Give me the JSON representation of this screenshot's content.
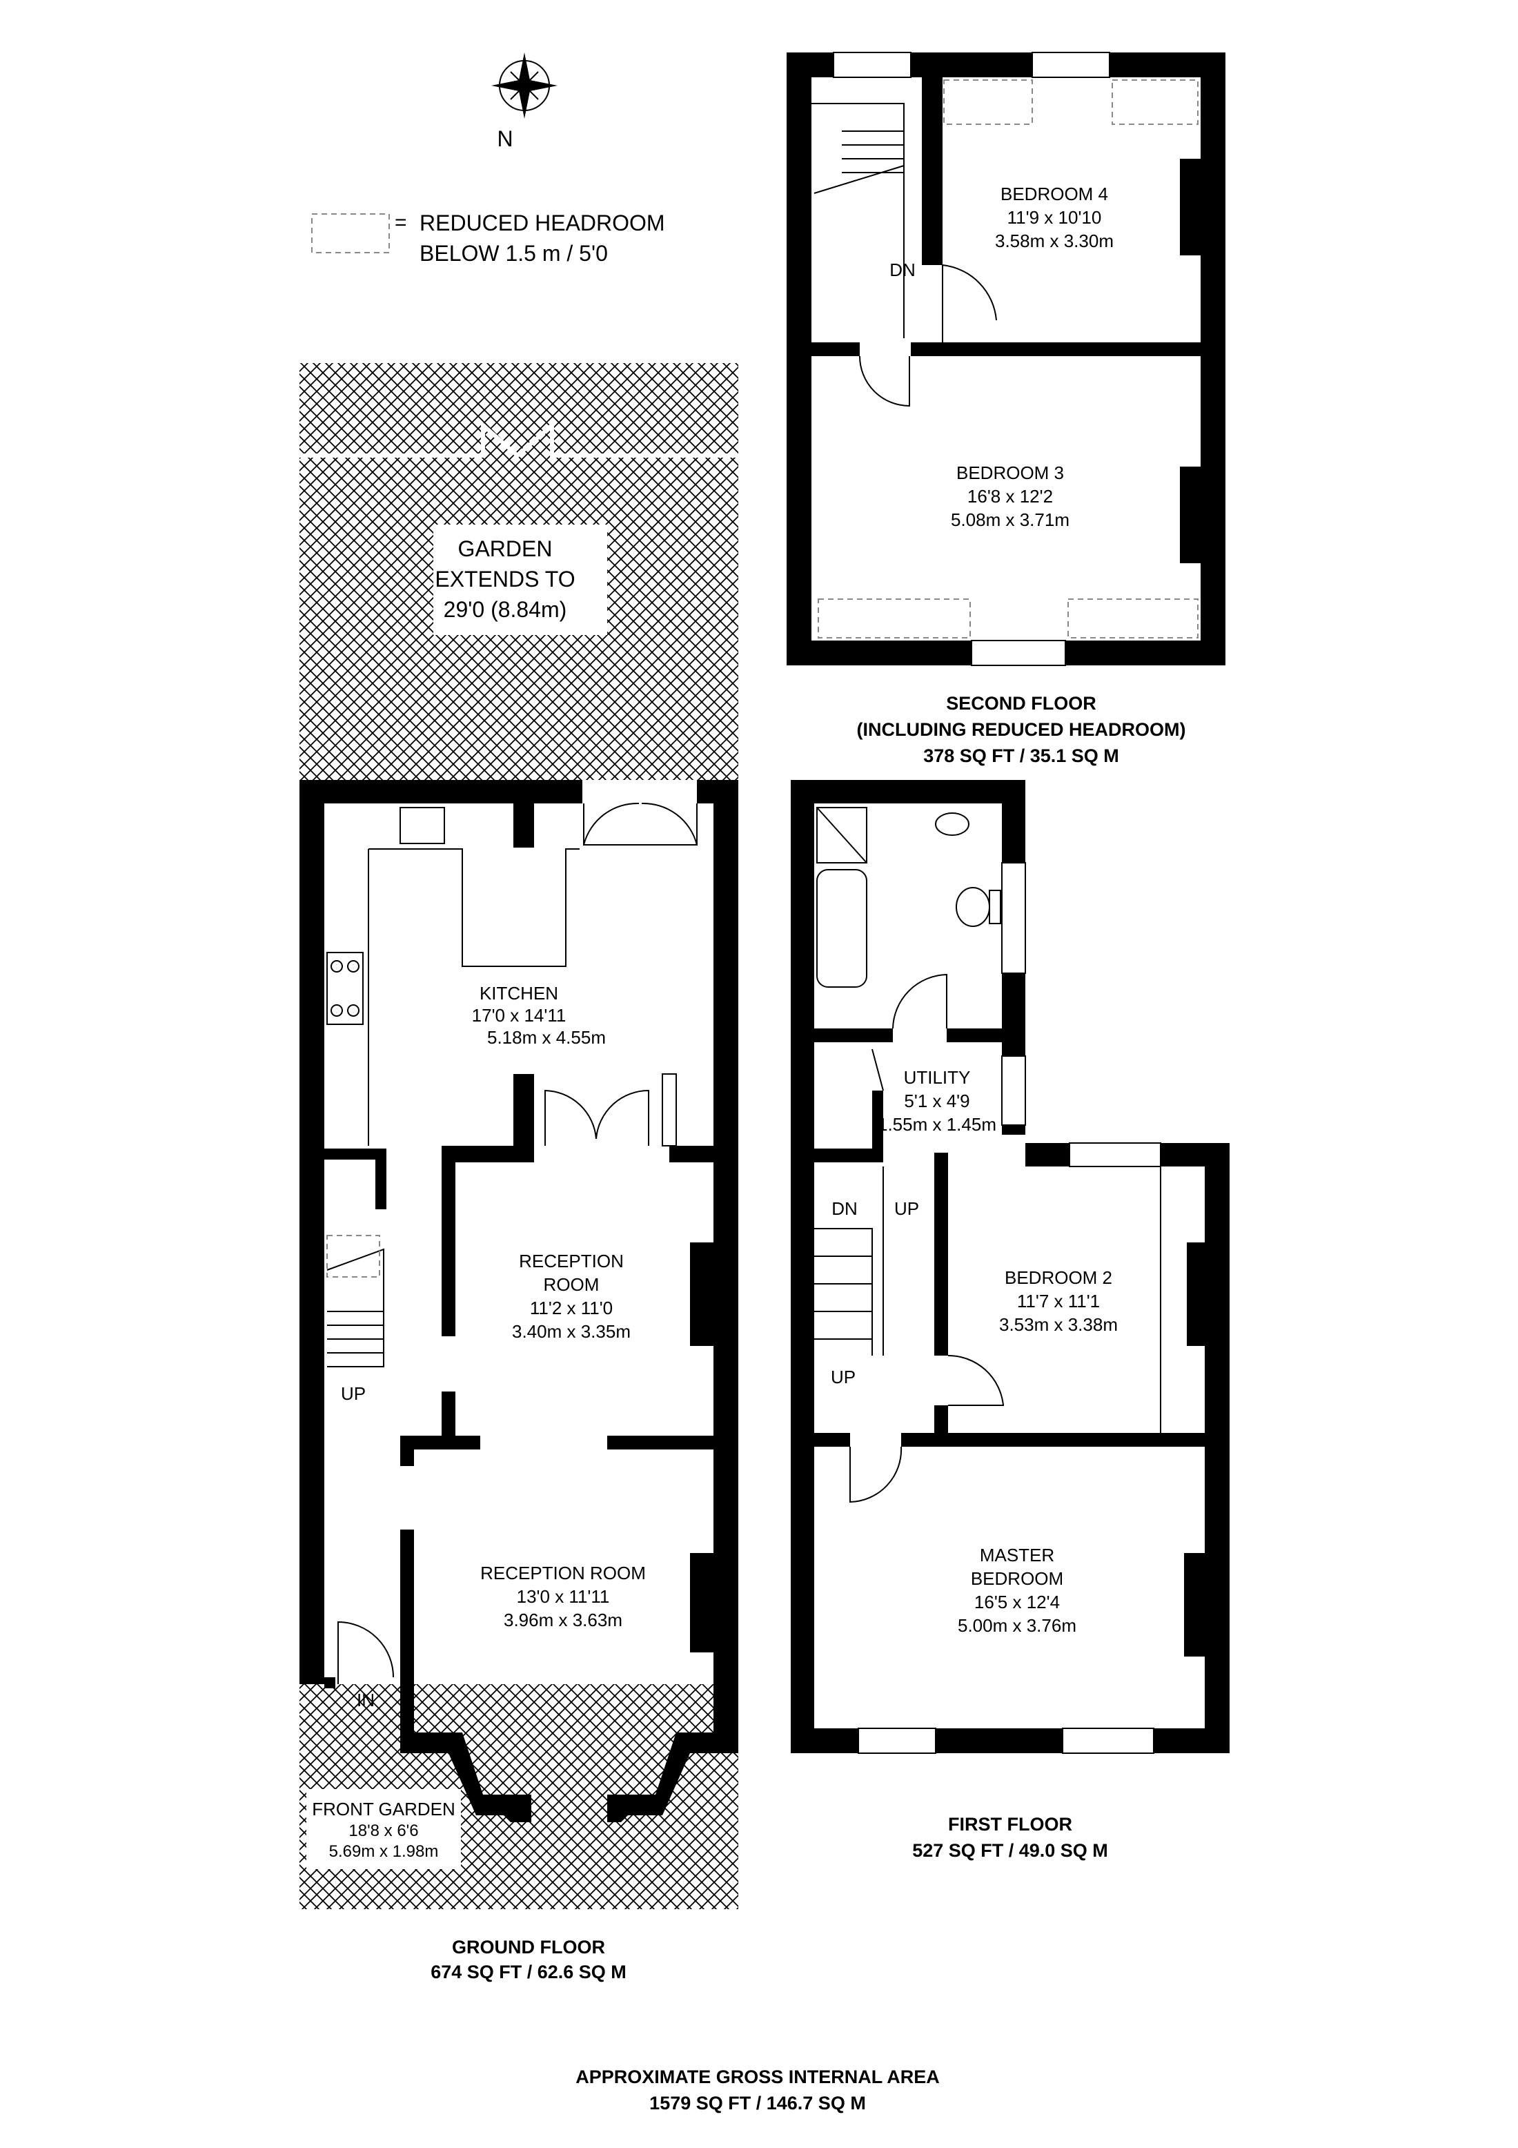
{
  "compass": {
    "label": "N"
  },
  "legend": {
    "symbol": "=",
    "line1": "REDUCED HEADROOM",
    "line2": "BELOW 1.5 m / 5'0"
  },
  "ground_floor": {
    "garden": {
      "line1": "GARDEN",
      "line2": "EXTENDS TO",
      "line3": "29'0 (8.84m)"
    },
    "kitchen": {
      "name": "KITCHEN",
      "imperial": "17'0 x 14'11",
      "metric": "5.18m x 4.55m"
    },
    "reception1": {
      "name1": "RECEPTION",
      "name2": "ROOM",
      "imperial": "11'2 x 11'0",
      "metric": "3.40m x 3.35m"
    },
    "reception2": {
      "name": "RECEPTION ROOM",
      "imperial": "13'0 x 11'11",
      "metric": "3.96m x 3.63m"
    },
    "front_garden": {
      "name": "FRONT GARDEN",
      "imperial": "18'8 x 6'6",
      "metric": "5.69m x 1.98m"
    },
    "stairs_label": "UP",
    "entrance_label": "IN",
    "title": "GROUND FLOOR",
    "area": "674 SQ FT / 62.6 SQ M"
  },
  "first_floor": {
    "utility": {
      "name": "UTILITY",
      "imperial": "5'1 x 4'9",
      "metric": "1.55m x 1.45m"
    },
    "bedroom2": {
      "name": "BEDROOM 2",
      "imperial": "11'7 x 11'1",
      "metric": "3.53m x 3.38m"
    },
    "master": {
      "name1": "MASTER",
      "name2": "BEDROOM",
      "imperial": "16'5 x 12'4",
      "metric": "5.00m x 3.76m"
    },
    "stairs_dn": "DN",
    "stairs_up": "UP",
    "stairs_up2": "UP",
    "title": "FIRST FLOOR",
    "area": "527 SQ FT / 49.0 SQ M"
  },
  "second_floor": {
    "bedroom4": {
      "name": "BEDROOM 4",
      "imperial": "11'9 x 10'10",
      "metric": "3.58m x 3.30m"
    },
    "bedroom3": {
      "name": "BEDROOM 3",
      "imperial": "16'8 x 12'2",
      "metric": "5.08m x 3.71m"
    },
    "stairs_dn": "DN",
    "title": "SECOND FLOOR",
    "subtitle": "(INCLUDING REDUCED HEADROOM)",
    "area": "378 SQ FT / 35.1 SQ M"
  },
  "total": {
    "title": "APPROXIMATE GROSS INTERNAL AREA",
    "area": "1579 SQ FT / 146.7 SQ M"
  }
}
